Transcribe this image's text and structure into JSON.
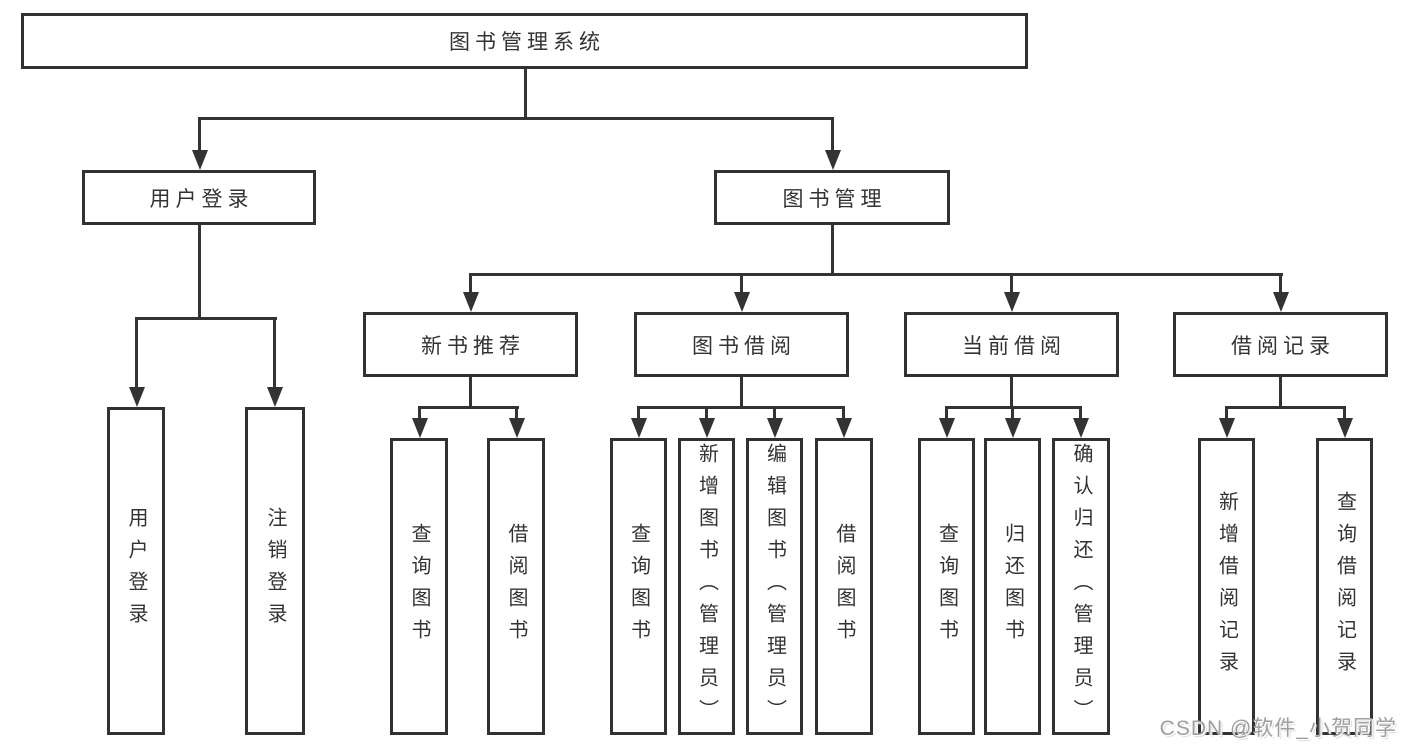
{
  "diagram": {
    "root": {
      "label": "图书管理系统"
    },
    "branches": [
      {
        "label": "用户登录",
        "children": [
          {
            "label": "用户登录"
          },
          {
            "label": "注销登录"
          }
        ]
      },
      {
        "label": "图书管理",
        "children": [
          {
            "label": "新书推荐",
            "children": [
              {
                "label": "查询图书"
              },
              {
                "label": "借阅图书"
              }
            ]
          },
          {
            "label": "图书借阅",
            "children": [
              {
                "label": "查询图书"
              },
              {
                "label": "新增图书（管理员）"
              },
              {
                "label": "编辑图书（管理员）"
              },
              {
                "label": "借阅图书"
              }
            ]
          },
          {
            "label": "当前借阅",
            "children": [
              {
                "label": "查询图书"
              },
              {
                "label": "归还图书"
              },
              {
                "label": "确认归还（管理员）"
              }
            ]
          },
          {
            "label": "借阅记录",
            "children": [
              {
                "label": "新增借阅记录"
              },
              {
                "label": "查询借阅记录"
              }
            ]
          }
        ]
      }
    ]
  },
  "watermark": {
    "text": "CSDN @软件_小贺同学"
  },
  "colors": {
    "line": "#333333",
    "box_border": "#313131",
    "text": "#333333",
    "watermark": "#9f9f9f",
    "background": "#ffffff"
  }
}
